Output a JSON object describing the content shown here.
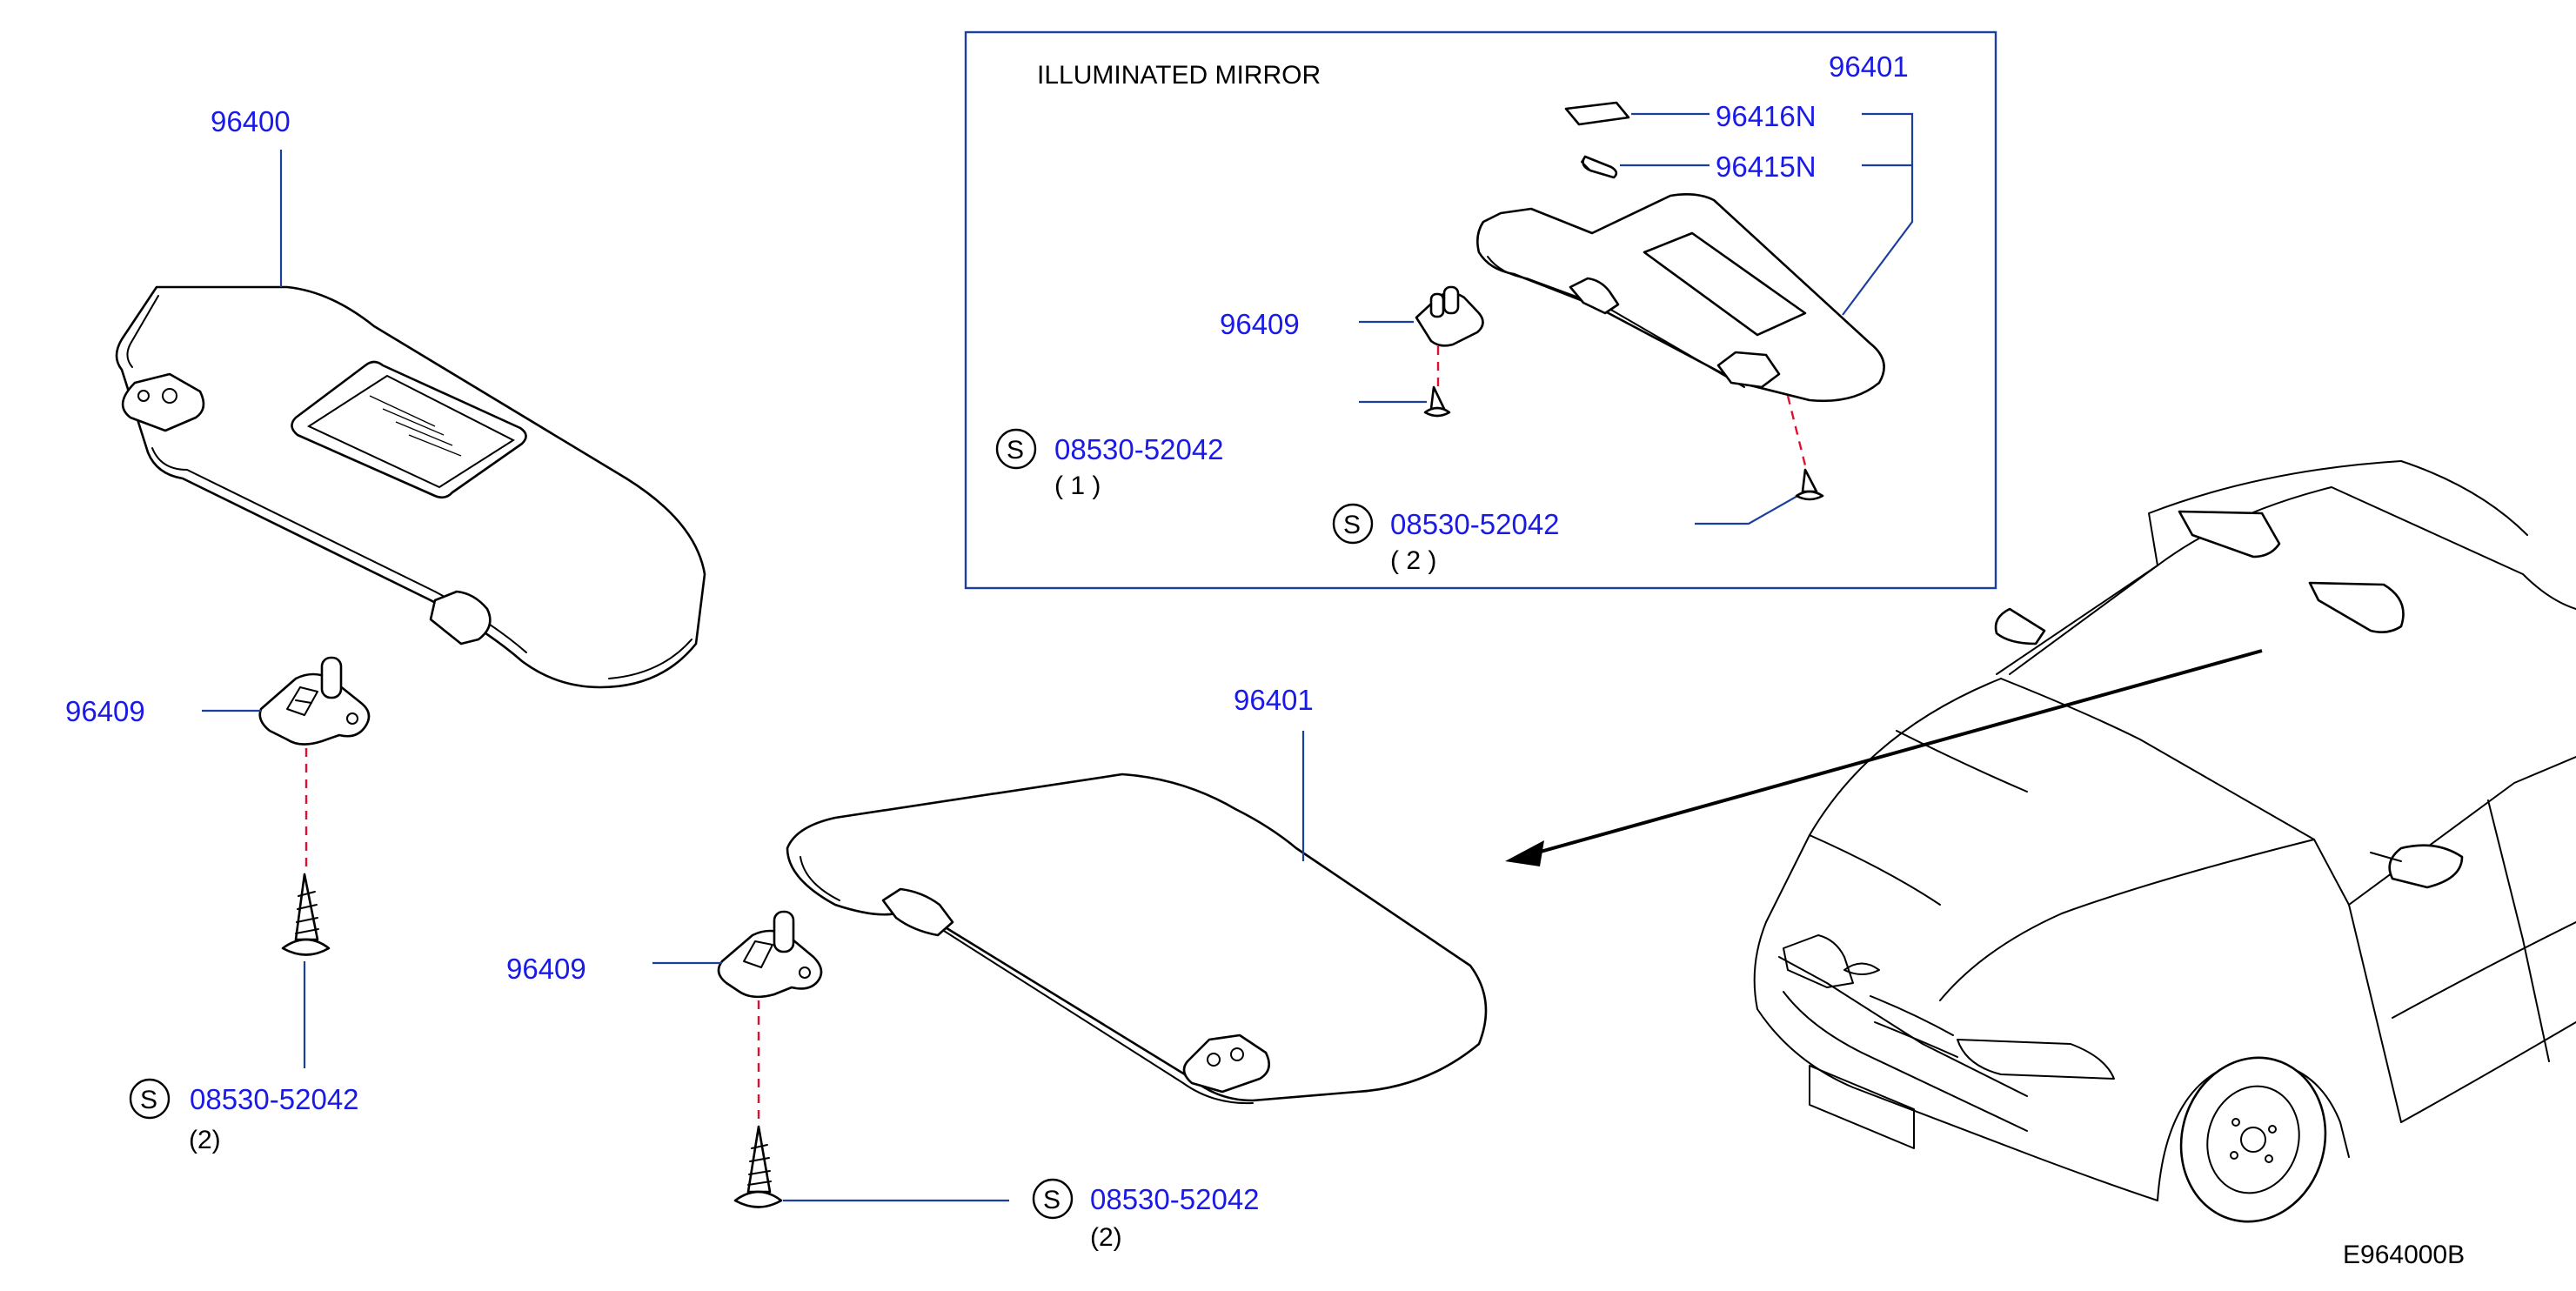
{
  "diagram_code": "E964000B",
  "illuminated_box": {
    "title": "ILLUMINATED  MIRROR",
    "visor_part": "96401",
    "lens_part": "96416N",
    "bulb_part": "96415N",
    "holder_part": "96409",
    "screw1": {
      "symbol": "S",
      "part": "08530-52042",
      "qty": "( 1 )"
    },
    "screw2": {
      "symbol": "S",
      "part": "08530-52042",
      "qty": "( 2 )"
    }
  },
  "left_group": {
    "visor_part": "96400",
    "holder_part": "96409",
    "screw": {
      "symbol": "S",
      "part": "08530-52042",
      "qty": "(2)"
    }
  },
  "center_group": {
    "visor_part": "96401",
    "holder_part": "96409",
    "screw": {
      "symbol": "S",
      "part": "08530-52042",
      "qty": "(2)"
    }
  }
}
